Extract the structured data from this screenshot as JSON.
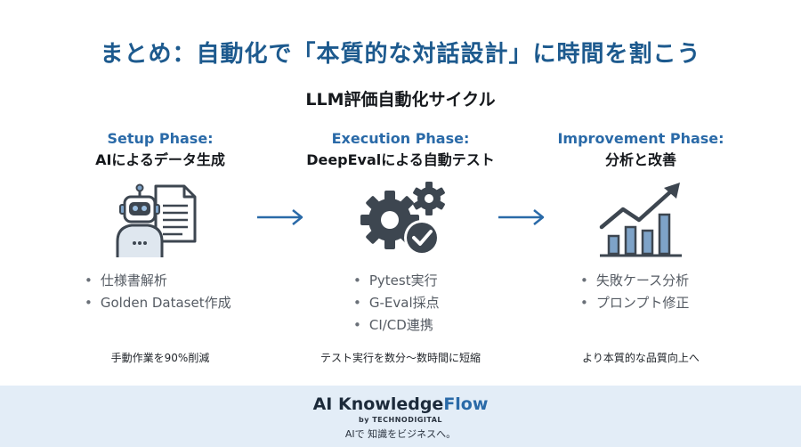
{
  "title": "まとめ：自動化で「本質的な対話設計」に時間を割こう",
  "cycle_title": "LLM評価自動化サイクル",
  "phases": [
    {
      "name": "Setup Phase:",
      "subtitle": "AIによるデータ生成",
      "icon": "robot-document-icon",
      "bullets": [
        "仕様書解析",
        "Golden Dataset作成"
      ],
      "note": "手動作業を90%削減"
    },
    {
      "name": "Execution Phase:",
      "subtitle": "DeepEvalによる自動テスト",
      "icon": "gears-check-icon",
      "bullets": [
        "Pytest実行",
        "G-Eval採点",
        "CI/CD連携"
      ],
      "note": "テスト実行を数分〜数時間に短縮"
    },
    {
      "name": "Improvement Phase:",
      "subtitle": "分析と改善",
      "icon": "growth-chart-icon",
      "bullets": [
        "失敗ケース分析",
        "プロンプト修正"
      ],
      "note": "より本質的な品質向上へ"
    }
  ],
  "footer": {
    "brand_ai": "AI Knowledge",
    "brand_flow": "Flow",
    "by": "by TECHNODIGITAL",
    "tagline": "AIで 知識をビジネスへ。"
  },
  "colors": {
    "accent": "#2a6aa8",
    "title": "#1d5a8e",
    "footer_bg": "#e3edf7",
    "icon_dark": "#3d4650",
    "icon_blue": "#7ea3c8"
  }
}
